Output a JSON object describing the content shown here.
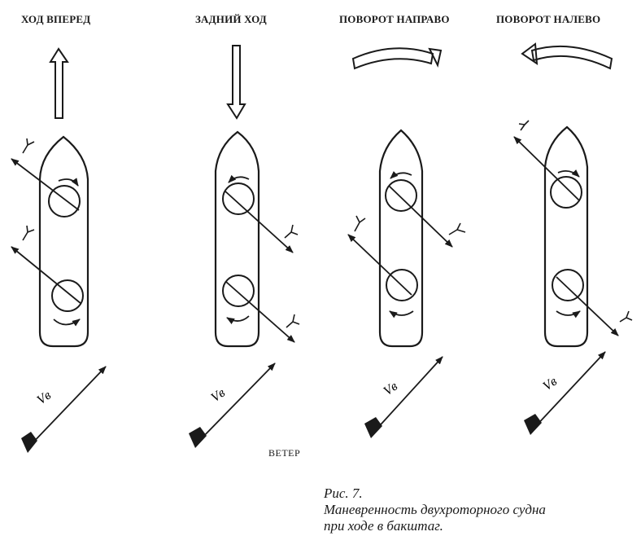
{
  "panels": [
    {
      "title": "ХОД ВПЕРЕД",
      "direction": "forward"
    },
    {
      "title": "ЗАДНИЙ ХОД",
      "direction": "reverse"
    },
    {
      "title": "ПОВОРОТ НАПРАВО",
      "direction": "turn-right"
    },
    {
      "title": "ПОВОРОТ НАЛЕВО",
      "direction": "turn-left"
    }
  ],
  "wind_vector_label": "Vв",
  "wind_label": "ВЕТЕР",
  "caption": {
    "number": "Рис. 7.",
    "text": "Маневренность двухроторного судна\nпри ходе в бакштаг."
  }
}
